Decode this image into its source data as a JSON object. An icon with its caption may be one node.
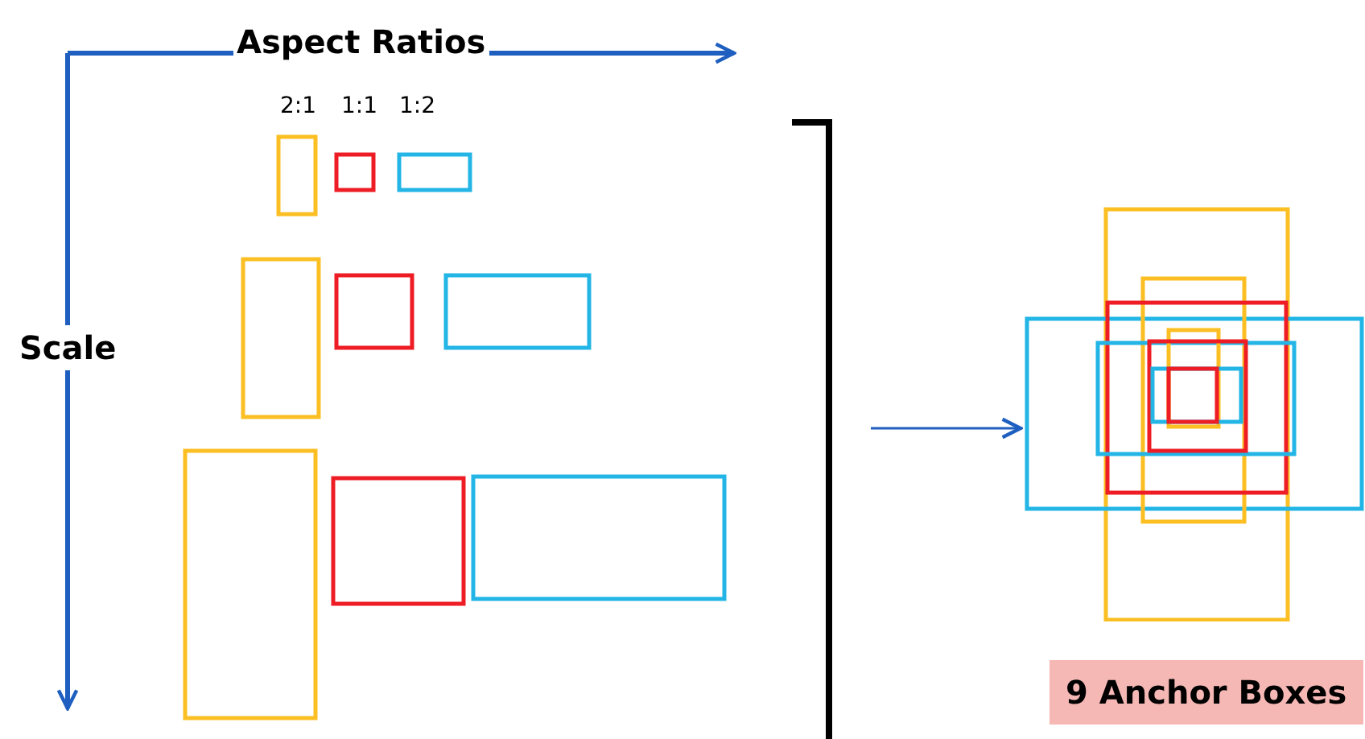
{
  "diagram": {
    "nodes": [
      {
        "text": [
          "9 Anchor Boxes"
        ]
      },
      {
        "text": [],
        "shape": "picture"
      }
    ],
    "edges": [
      {
        "from": null,
        "to": 1,
        "arrow": "to"
      }
    ],
    "labels": [
      "Aspect Ratios",
      "2:1",
      "1:1",
      "1:2",
      "Scale"
    ]
  }
}
